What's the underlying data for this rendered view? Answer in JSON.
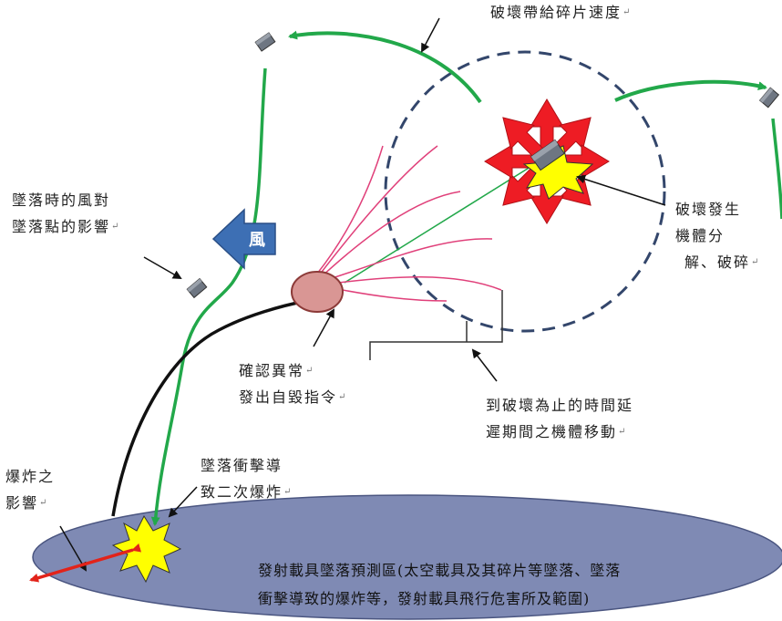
{
  "labels": {
    "fragment_speed": "破壞帶給碎片速度",
    "wind_effect": [
      "墜落時的風對",
      "墜落點的影響"
    ],
    "wind_arrow": "風",
    "breakup": [
      "破壞發生",
      "機體分",
      "解、破碎"
    ],
    "anomaly": [
      "確認異常",
      "發出自毀指令"
    ],
    "delay_motion": [
      "到破壞為止的時間延",
      "遲期間之機體移動"
    ],
    "explosion_effect": [
      "爆炸之",
      "影響"
    ],
    "secondary_explosion": [
      "墜落衝擊導",
      "致二次爆炸"
    ],
    "impact_zone": [
      "發射載具墜落預測區(太空載具及其碎片等墜落、墜落",
      "衝擊導致的爆炸等，發射載具飛行危害所及範圍)"
    ],
    "return_mark": "↵"
  },
  "colors": {
    "trajectory_green": "#22a84a",
    "flight_path": "#111111",
    "breakup_arrows": "#ee1c24",
    "flash_yellow": "#ffff00",
    "wind_arrow_blue": "#3d6fb4",
    "zone_fill": "#7f8ab4",
    "anomaly_ellipse": "#d99694",
    "debris_pink": "#e0407a",
    "danger_arrow": "#e2231a",
    "dashed_circle": "#33466b"
  }
}
